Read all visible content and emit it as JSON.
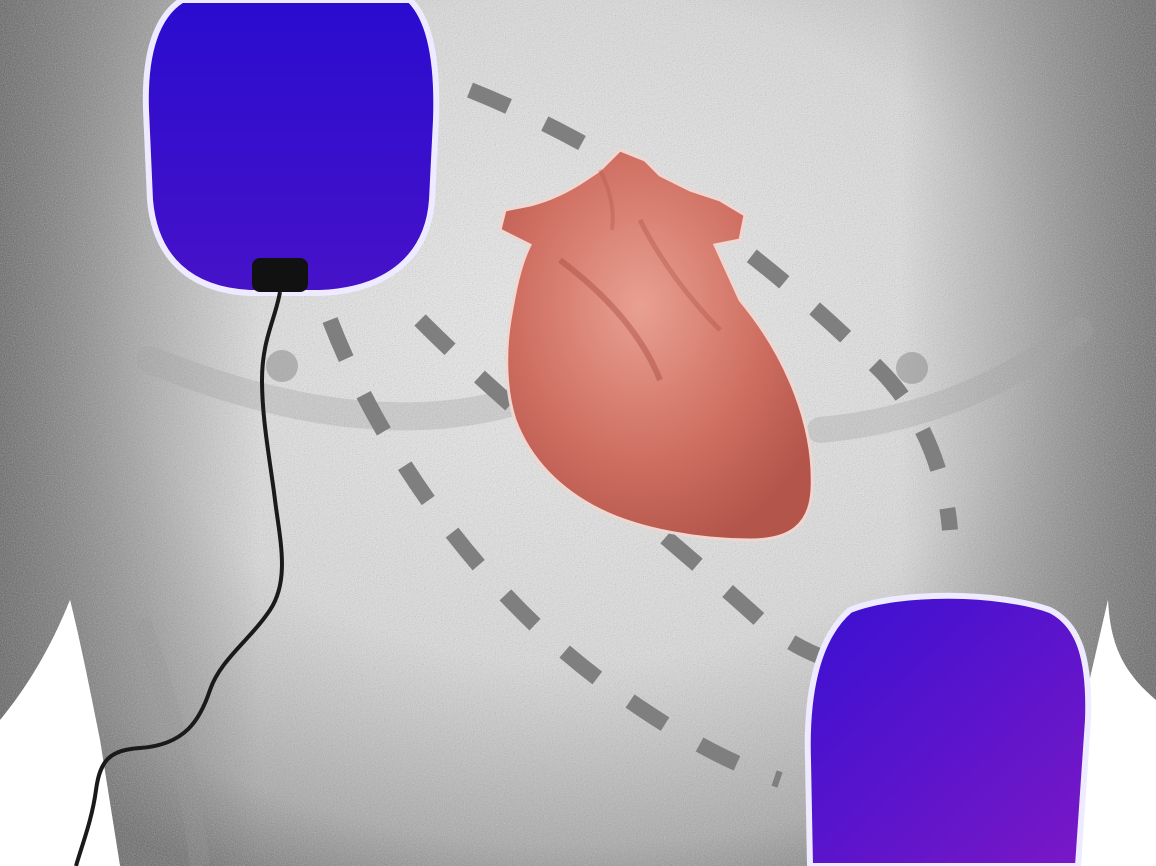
{
  "diagram": {
    "elements": [
      {
        "id": "torso",
        "kind": "body-outline"
      },
      {
        "id": "heart",
        "kind": "organ"
      },
      {
        "id": "pad-upper-right-chest",
        "kind": "electrode-pad"
      },
      {
        "id": "pad-lower-left-chest",
        "kind": "electrode-pad"
      },
      {
        "id": "cable",
        "kind": "lead-wire"
      },
      {
        "id": "current-path-upper",
        "kind": "dashed-path"
      },
      {
        "id": "current-path-lower",
        "kind": "dashed-path"
      }
    ],
    "colors": {
      "background": "#ffffff",
      "frame_green": "#cfe6c4",
      "skin_light": "#e2e2e2",
      "skin_shadow": "#7a7a7a",
      "pad_top": "#2f0fd6",
      "pad_bottom": "#6a14c8",
      "pad_outline": "#eeeaff",
      "heart": "#c8665a",
      "heart_light": "#e6968a",
      "dash": "#7f7f7f",
      "cable": "#1a1a1a"
    }
  }
}
